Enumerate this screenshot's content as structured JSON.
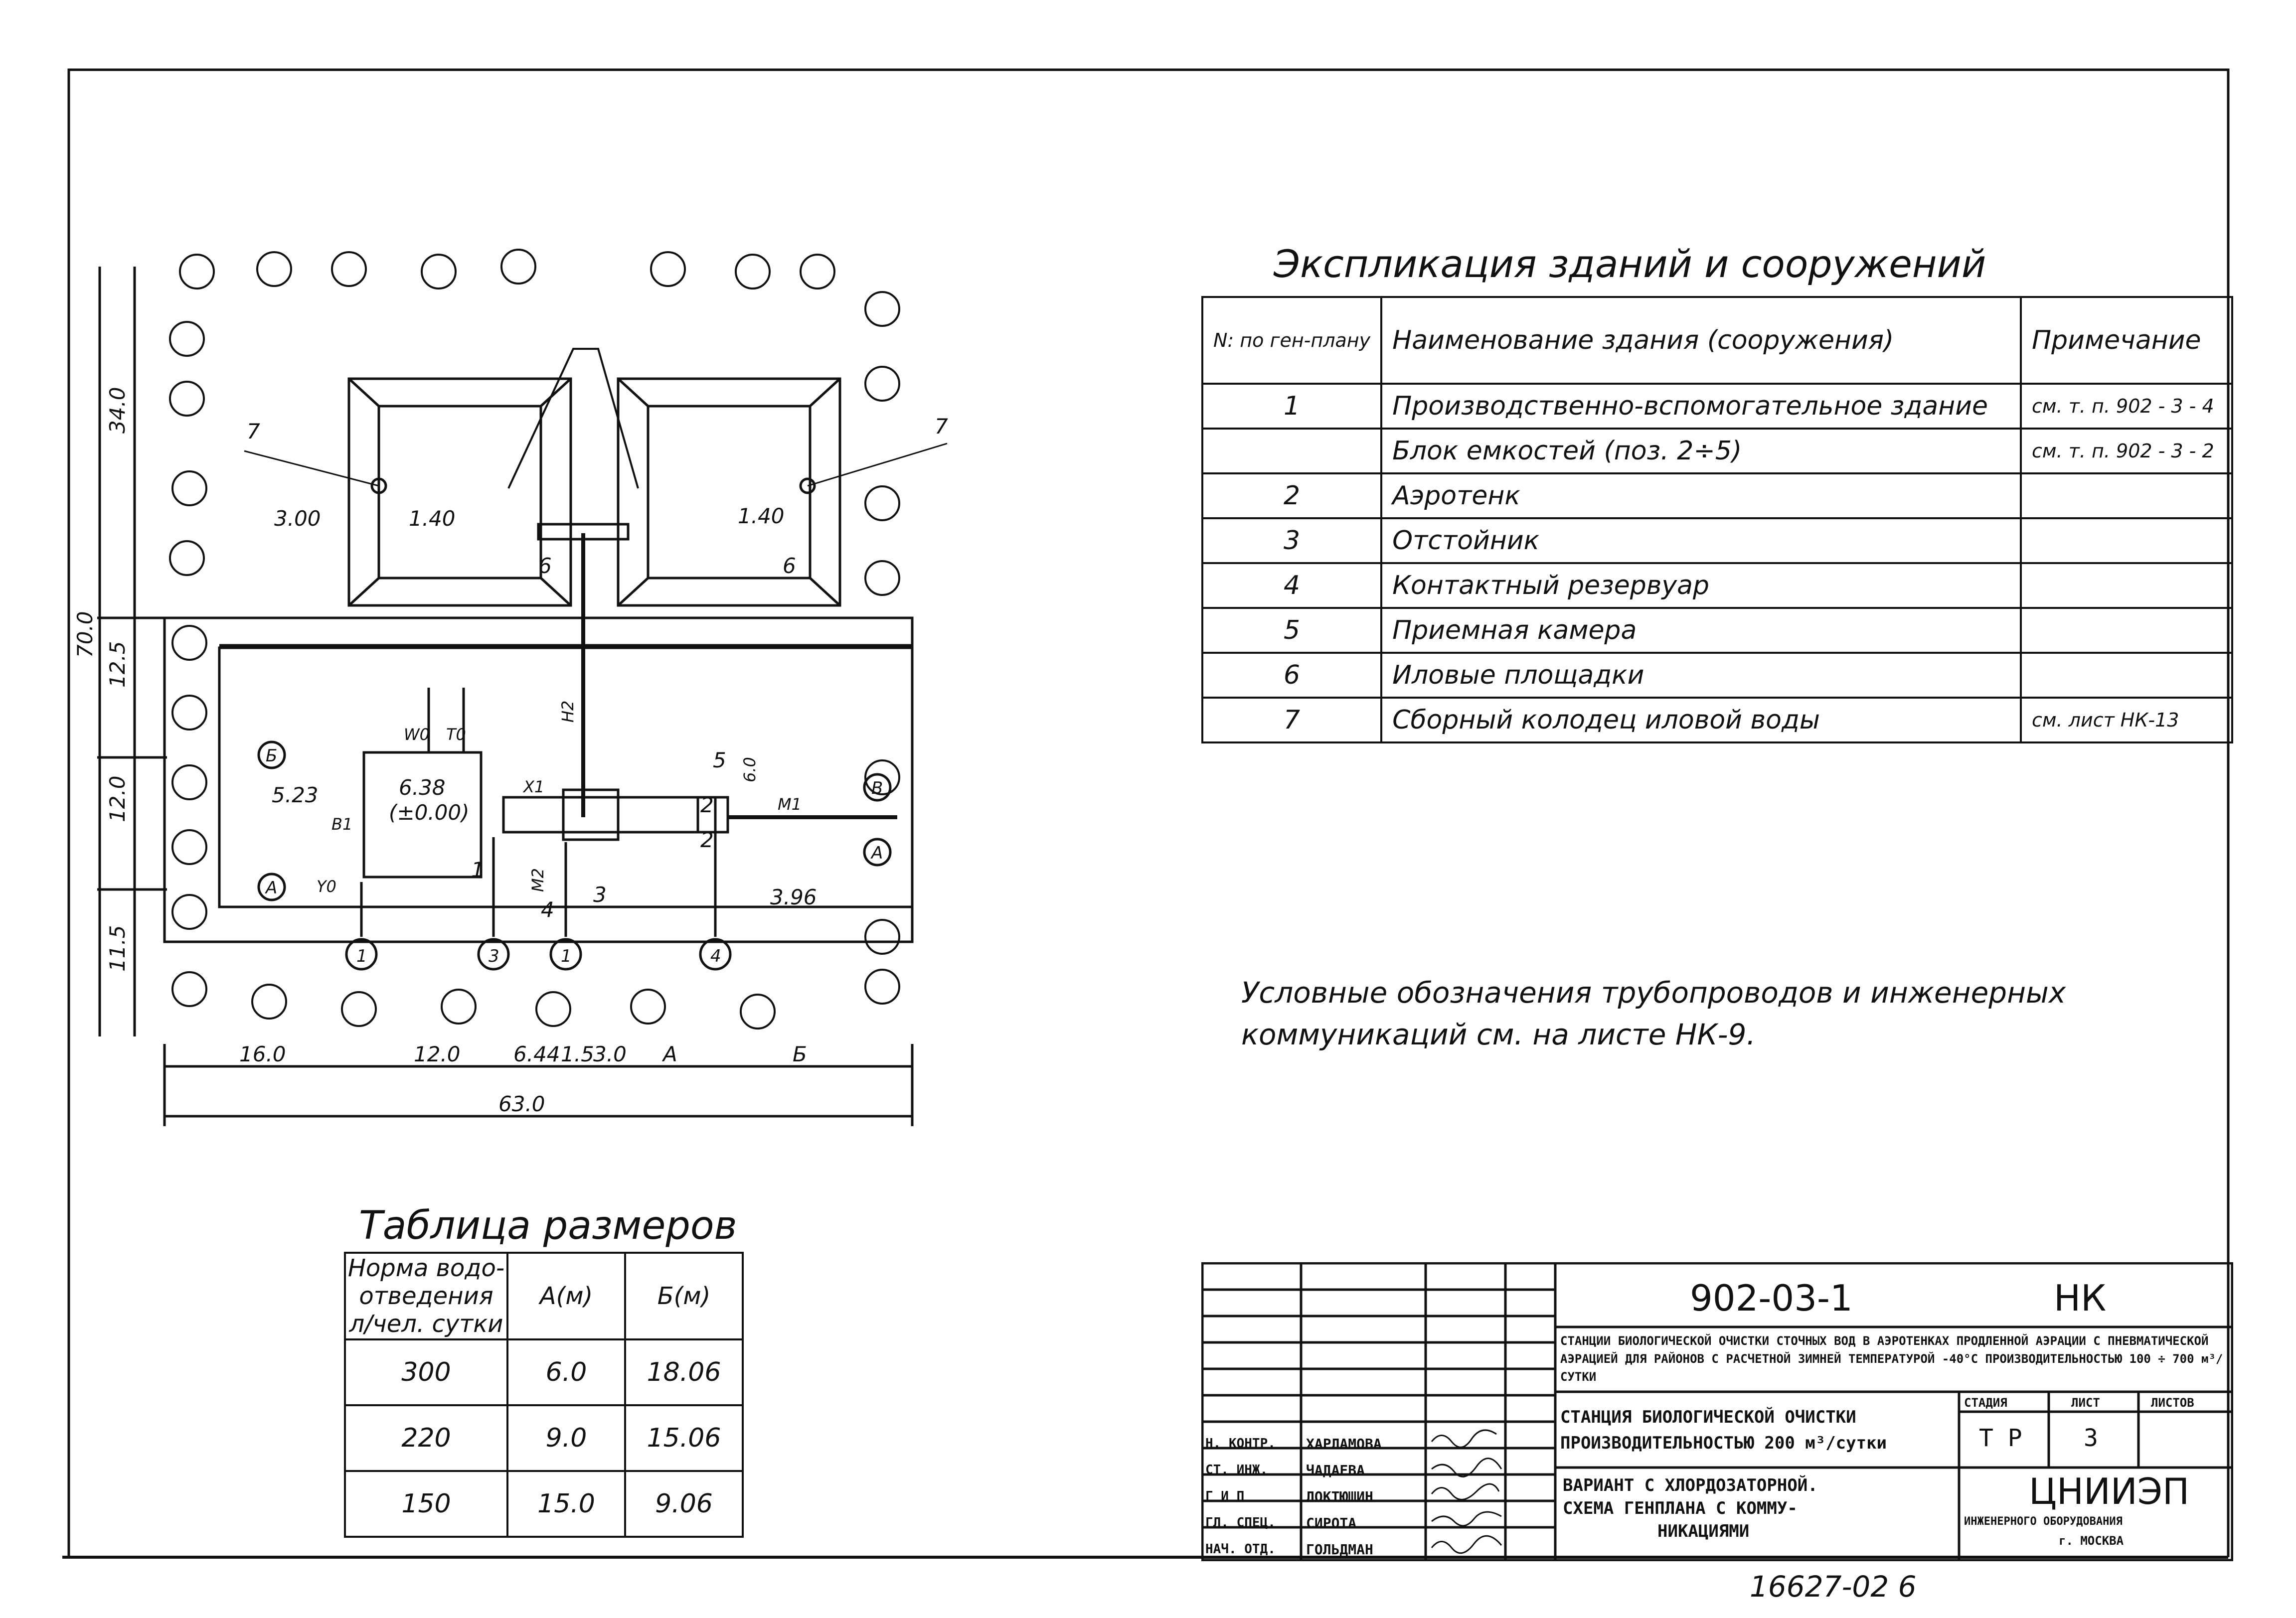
{
  "plan": {
    "dims_left": [
      "34.0",
      "12.5",
      "12.0",
      "11.5"
    ],
    "dim_total_left": "70.0",
    "dims_bottom": [
      "16.0",
      "12.0",
      "6.44",
      "1.5",
      "3.0",
      "A",
      "Б"
    ],
    "dim_total_bottom": "63.0",
    "elevations": [
      "3.00",
      "1.40",
      "1.40",
      "5.23",
      "6.38",
      "(±0.00)",
      "3.96"
    ],
    "labels_num": [
      "7",
      "7",
      "6",
      "6",
      "1",
      "2",
      "2",
      "3",
      "4",
      "5"
    ],
    "axes": [
      "1",
      "3",
      "1",
      "4",
      "Б",
      "A",
      "B",
      "A"
    ],
    "pipes": [
      "W0",
      "T0",
      "B1",
      "Y0",
      "X1",
      "M1",
      "H2",
      "M2",
      "6.0"
    ]
  },
  "explication": {
    "title": "Экспликация зданий и сооружений",
    "headers": [
      "N: по ген-плану",
      "Наименование здания (сооружения)",
      "Примечание"
    ],
    "rows": [
      {
        "n": "1",
        "name": "Производственно-вспомогательное здание",
        "note": "см. т. п. 902 - 3 - 4"
      },
      {
        "n": "",
        "name": "Блок емкостей (поз. 2÷5)",
        "note": "см. т. п. 902 - 3 - 2"
      },
      {
        "n": "2",
        "name": "Аэротенк",
        "note": ""
      },
      {
        "n": "3",
        "name": "Отстойник",
        "note": ""
      },
      {
        "n": "4",
        "name": "Контактный резервуар",
        "note": ""
      },
      {
        "n": "5",
        "name": "Приемная камера",
        "note": ""
      },
      {
        "n": "6",
        "name": "Иловые площадки",
        "note": ""
      },
      {
        "n": "7",
        "name": "Сборный колодец иловой воды",
        "note": "см. лист НК-13"
      }
    ]
  },
  "note": {
    "line1": "Условные обозначения трубопроводов и инженерных",
    "line2": "коммуникаций см. на листе НК-9."
  },
  "sizes": {
    "title": "Таблица размеров",
    "headers": [
      "Норма водо-отведения л/чел. сутки",
      "A(м)",
      "Б(м)"
    ],
    "rows": [
      [
        "300",
        "6.0",
        "18.06"
      ],
      [
        "220",
        "9.0",
        "15.06"
      ],
      [
        "150",
        "15.0",
        "9.06"
      ]
    ]
  },
  "titleblock": {
    "code": "902-03-1",
    "mark": "НК",
    "desc": "СТАНЦИИ БИОЛОГИЧЕСКОЙ ОЧИСТКИ СТОЧНЫХ ВОД В АЭРОТЕНКАХ ПРОДЛЕННОЙ АЭРАЦИИ С ПНЕВМАТИЧЕСКОЙ АЭРАЦИЕЙ ДЛЯ РАЙОНОВ С РАСЧЕТНОЙ ЗИМНЕЙ ТЕМПЕРАТУРОЙ -40°С ПРОИЗВОДИТЕЛЬНОСТЬЮ 100 ÷ 700 м³/СУТКИ",
    "station_1": "СТАНЦИЯ БИОЛОГИЧЕСКОЙ ОЧИСТКИ",
    "station_2": "ПРОИЗВОДИТЕЛЬНОСТЬЮ 200 м³/сутки",
    "sheet_1": "ВАРИАНТ С ХЛОРДОЗАТОРНОЙ.",
    "sheet_2": "СХЕМА ГЕНПЛАНА С КОММУ-",
    "sheet_3": "НИКАЦИЯМИ",
    "stage_h": "СТАДИЯ",
    "list_h": "ЛИСТ",
    "lists_h": "ЛИСТОВ",
    "stage": "Т Р",
    "list": "3",
    "org_1": "ЦНИИЭП",
    "org_2": "ИНЖЕНЕРНОГО ОБОРУДОВАНИЯ",
    "org_3": "г. МОСКВА",
    "roles": [
      "Н. КОНТР.",
      "СТ. ИНЖ.",
      "Г И П",
      "ГЛ. СПЕЦ.",
      "НАЧ. ОТД."
    ],
    "names": [
      "ХАРЛАМОВА",
      "ЧАДАЕВА",
      "ЛОКТЮШИН",
      "СИРОТА",
      "ГОЛЬДМАН"
    ]
  },
  "footer": "16627-02   6"
}
